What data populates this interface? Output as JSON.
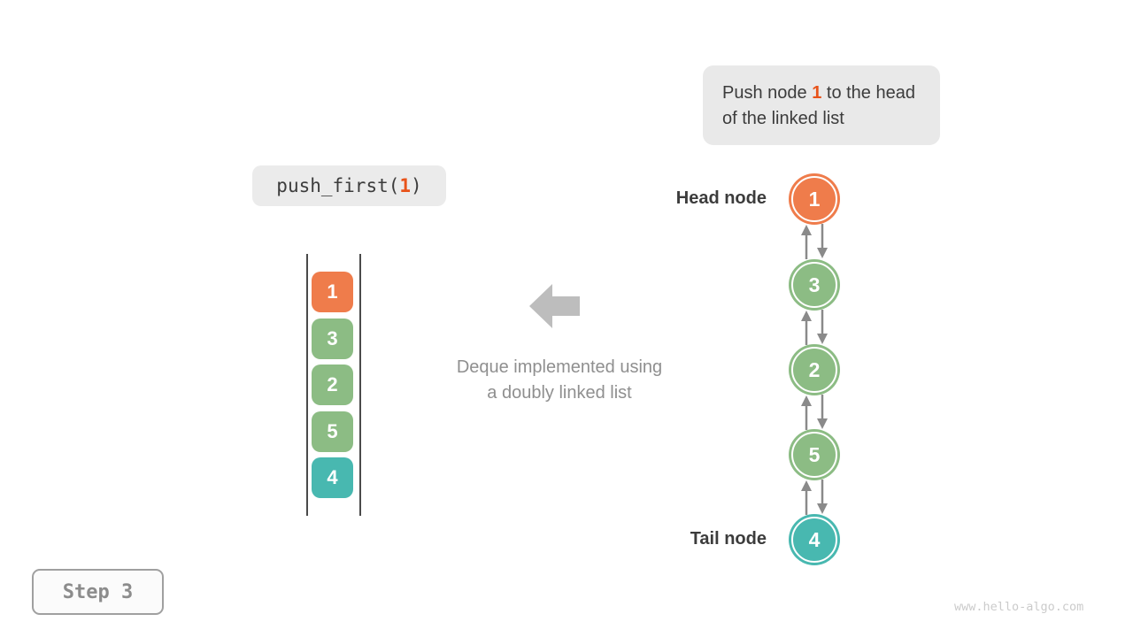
{
  "callout": {
    "prefix": "Push node",
    "highlight": "1",
    "suffix": "to the head of the linked list"
  },
  "code_label": {
    "fn": "push_first(",
    "arg": "1",
    "close": ")"
  },
  "deque_stack": {
    "items": [
      {
        "value": "1",
        "color": "#ef7c4b"
      },
      {
        "value": "3",
        "color": "#8cbc84"
      },
      {
        "value": "2",
        "color": "#8cbc84"
      },
      {
        "value": "5",
        "color": "#8cbc84"
      },
      {
        "value": "4",
        "color": "#48b8b0"
      }
    ]
  },
  "caption": {
    "line1": "Deque implemented using",
    "line2": "a doubly linked list"
  },
  "linked_list": {
    "head_label": "Head node",
    "tail_label": "Tail node",
    "nodes": [
      {
        "value": "1",
        "color": "#ef7c4b"
      },
      {
        "value": "3",
        "color": "#8cbc84"
      },
      {
        "value": "2",
        "color": "#8cbc84"
      },
      {
        "value": "5",
        "color": "#8cbc84"
      },
      {
        "value": "4",
        "color": "#48b8b0"
      }
    ]
  },
  "step_badge": {
    "label": "Step 3"
  },
  "watermark": {
    "text": "www.hello-algo.com"
  },
  "colors": {
    "accent_orange_text": "#e8531a",
    "node_orange": "#ef7c4b",
    "node_green": "#8cbc84",
    "node_teal": "#48b8b0",
    "callout_bg": "#e9e9e9",
    "arrow_gray": "#8a8a8a",
    "block_arrow_gray": "#bdbdbd"
  }
}
